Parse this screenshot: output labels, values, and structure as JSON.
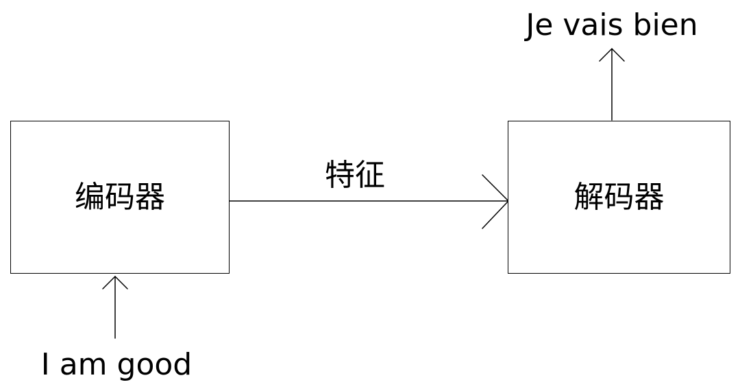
{
  "diagram": {
    "encoder": {
      "label": "编码器"
    },
    "decoder": {
      "label": "解码器"
    },
    "feature_edge": {
      "label": "特征"
    },
    "input": {
      "label": "I am good"
    },
    "output": {
      "label": "Je vais bien"
    }
  },
  "colors": {
    "stroke": "#000000",
    "background": "#ffffff"
  }
}
